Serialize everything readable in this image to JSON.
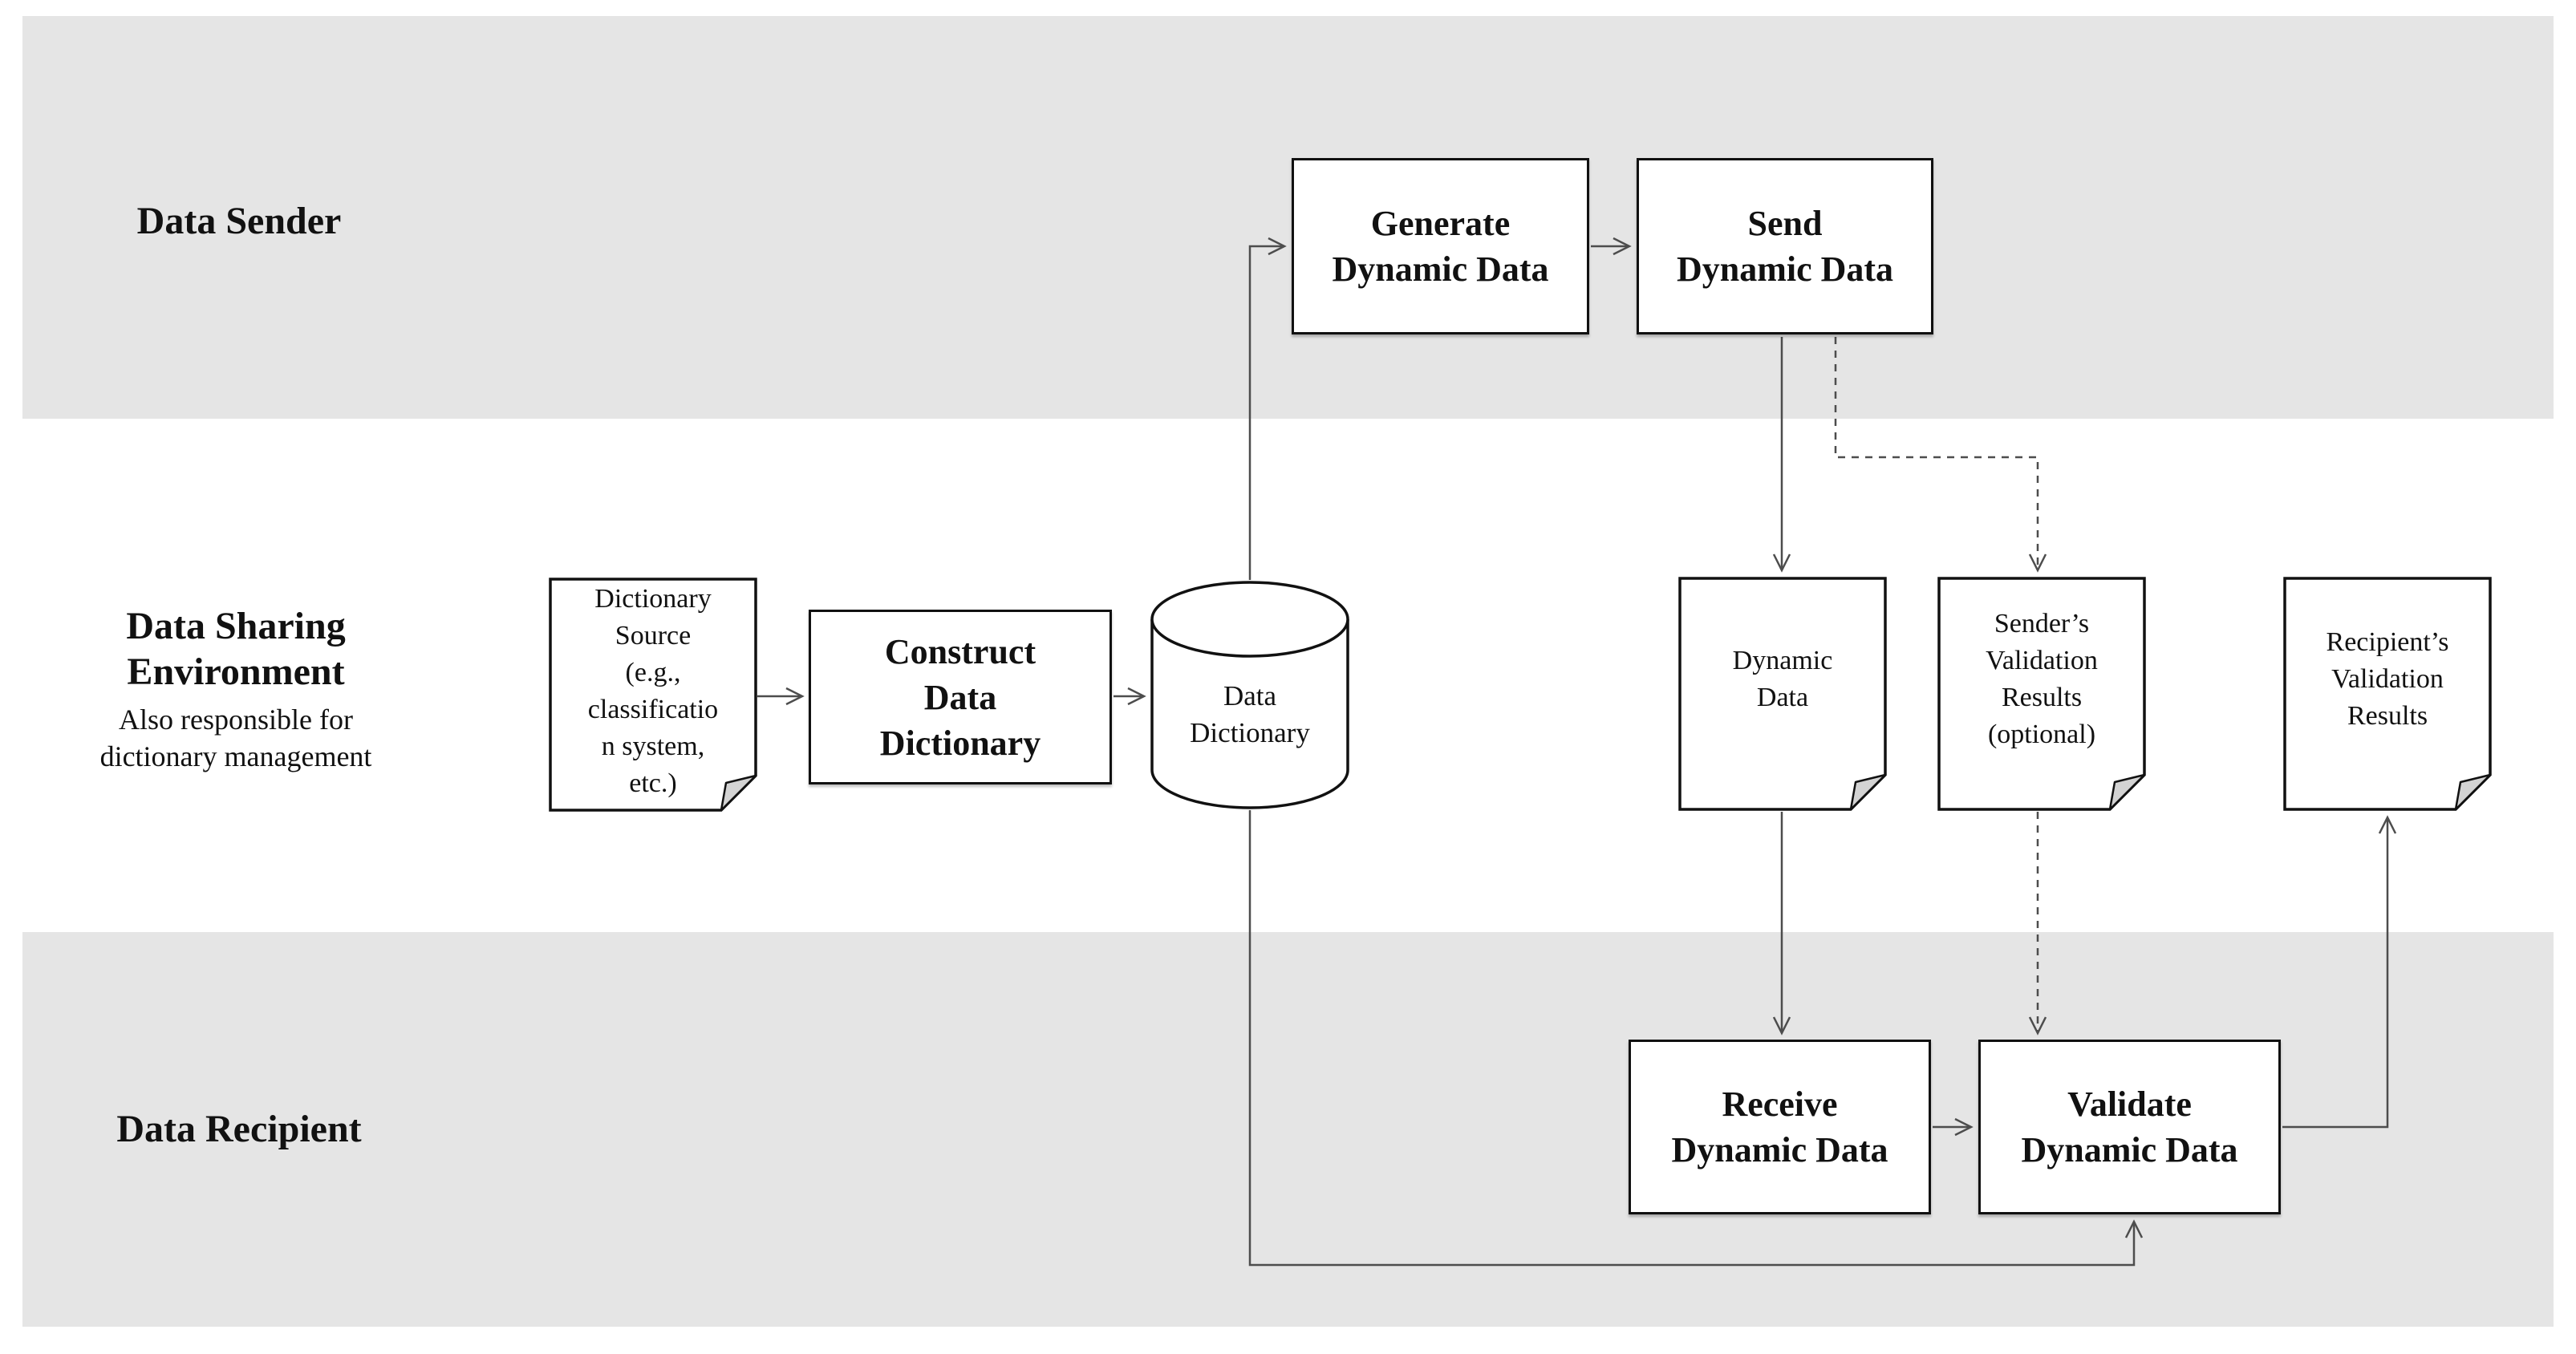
{
  "title": "Dynamic data sharing and validation flow diagram",
  "colors": {
    "lane_band_gray": "#e5e5e5",
    "shape_border_black": "#111111",
    "connector_gray": "#4d4d4d",
    "fold_gray": "#d3d3d3",
    "background": "#ffffff"
  },
  "lanes": {
    "sender": {
      "label": "Data Sender"
    },
    "environment": {
      "label_line1": "Data Sharing",
      "label_line2": "Environment",
      "sublabel_line1": "Also responsible for",
      "sublabel_line2": "dictionary management"
    },
    "recipient": {
      "label": "Data Recipient"
    }
  },
  "nodes": {
    "generate": {
      "type": "process",
      "lines": [
        "Generate",
        "Dynamic Data"
      ]
    },
    "send": {
      "type": "process",
      "lines": [
        "Send",
        "Dynamic Data"
      ]
    },
    "construct": {
      "type": "process",
      "lines": [
        "Construct",
        "Data",
        "Dictionary"
      ]
    },
    "receive": {
      "type": "process",
      "lines": [
        "Receive",
        "Dynamic Data"
      ]
    },
    "validate": {
      "type": "process",
      "lines": [
        "Validate",
        "Dynamic Data"
      ]
    },
    "dictionary_source": {
      "type": "document",
      "lines": [
        "Dictionary",
        "Source",
        "(e.g.,",
        "classificatio",
        "n system,",
        "etc.)"
      ]
    },
    "data_dictionary": {
      "type": "datastore",
      "lines": [
        "Data",
        "Dictionary"
      ]
    },
    "dynamic_data": {
      "type": "document",
      "lines": [
        "Dynamic",
        "Data"
      ]
    },
    "senders_validation": {
      "type": "document",
      "lines": [
        "Sender’s",
        "Validation",
        "Results",
        "(optional)"
      ]
    },
    "recipients_validation": {
      "type": "document",
      "lines": [
        "Recipient’s",
        "Validation",
        "Results"
      ]
    }
  },
  "connectors": [
    {
      "name": "dictionary-source-to-construct",
      "style": "solid"
    },
    {
      "name": "construct-to-data-dictionary",
      "style": "solid"
    },
    {
      "name": "data-dictionary-to-generate",
      "style": "solid"
    },
    {
      "name": "generate-to-send",
      "style": "solid"
    },
    {
      "name": "send-to-dynamic-data",
      "style": "solid"
    },
    {
      "name": "send-to-senders-validation",
      "style": "dashed"
    },
    {
      "name": "dynamic-data-to-receive",
      "style": "solid"
    },
    {
      "name": "senders-validation-to-validate",
      "style": "dashed"
    },
    {
      "name": "receive-to-validate",
      "style": "solid"
    },
    {
      "name": "validate-to-recipients-validation",
      "style": "solid"
    },
    {
      "name": "data-dictionary-to-validate",
      "style": "solid"
    }
  ]
}
